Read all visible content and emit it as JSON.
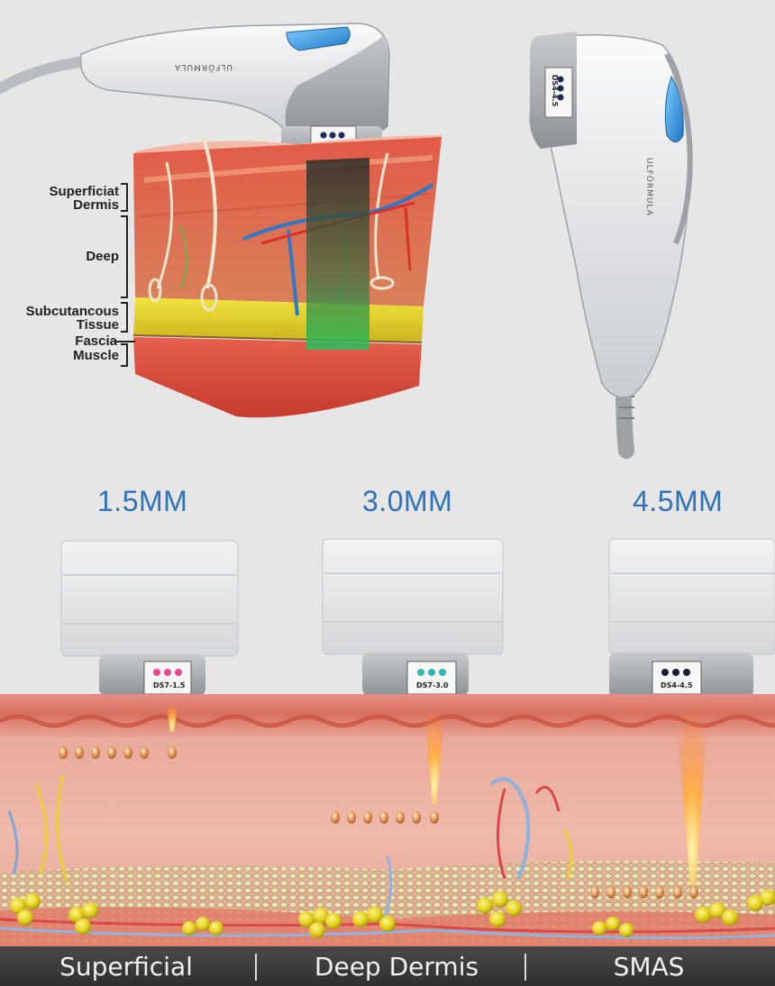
{
  "handpiece": {
    "brand_text": "ULFÖRMULA",
    "cartridge_code": "DS4-4.5"
  },
  "skin_layers": [
    {
      "label": "Superficiat\nDermis"
    },
    {
      "label": "Deep"
    },
    {
      "label": "Subcutancous\nTissue"
    },
    {
      "label": "Fascia"
    },
    {
      "label": "Muscle"
    }
  ],
  "cartridges": [
    {
      "depth": "1.5MM",
      "code": "DS7-1.5",
      "dot_color": "#e8488f",
      "layer": "Superficial"
    },
    {
      "depth": "3.0MM",
      "code": "DS7-3.0",
      "dot_color": "#2fb8b0",
      "layer": "Deep Dermis"
    },
    {
      "depth": "4.5MM",
      "code": "DS4-4.5",
      "dot_color": "#1c1c3a",
      "layer": "SMAS"
    }
  ],
  "colors": {
    "depth_label": "#2f72b9",
    "accent_blue": "#2a8fd8",
    "skin": "#e9a99c",
    "fat": "#d8c23a"
  }
}
